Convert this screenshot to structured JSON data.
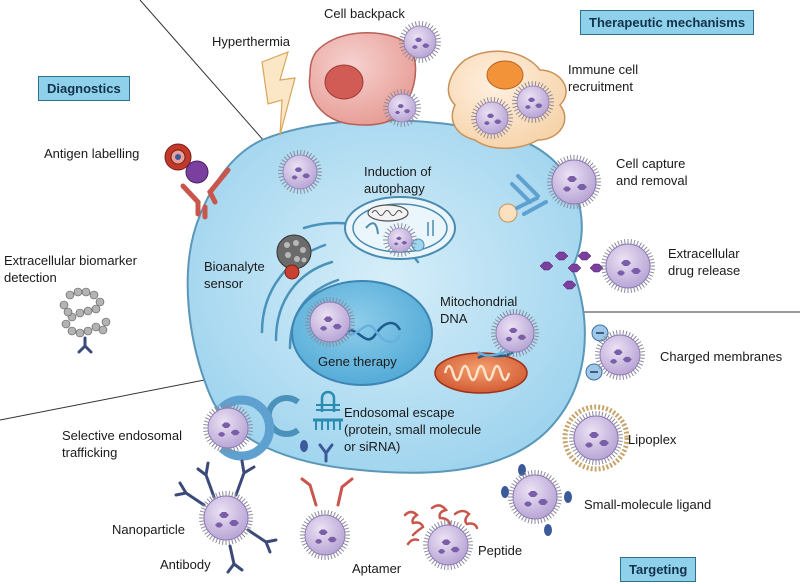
{
  "sections": {
    "diagnostics": "Diagnostics",
    "therapeutic": "Therapeutic mechanisms",
    "targeting": "Targeting"
  },
  "labels": {
    "cell_backpack": "Cell backpack",
    "hyperthermia": "Hyperthermia",
    "immune_cell_recruitment": [
      "Immune cell",
      "recruitment"
    ],
    "antigen_labelling": "Antigen labelling",
    "induction_of_autophagy": [
      "Induction of",
      "autophagy"
    ],
    "cell_capture_and_removal": [
      "Cell capture",
      "and removal"
    ],
    "extracellular_biomarker_detection": [
      "Extracellular biomarker",
      "detection"
    ],
    "bioanalyte_sensor": [
      "Bioanalyte",
      "sensor"
    ],
    "extracellular_drug_release": [
      "Extracellular",
      "drug release"
    ],
    "mitochondrial_dna": [
      "Mitochondrial",
      "DNA"
    ],
    "gene_therapy": "Gene therapy",
    "charged_membranes": "Charged membranes",
    "endosomal_escape": [
      "Endosomal escape",
      "(protein, small molecule",
      "or siRNA)"
    ],
    "selective_endosomal_trafficking": [
      "Selective endosomal",
      "trafficking"
    ],
    "lipoplex": "Lipoplex",
    "small_molecule_ligand": "Small-molecule ligand",
    "nanoparticle": "Nanoparticle",
    "antibody": "Antibody",
    "aptamer": "Aptamer",
    "peptide": "Peptide"
  }
}
